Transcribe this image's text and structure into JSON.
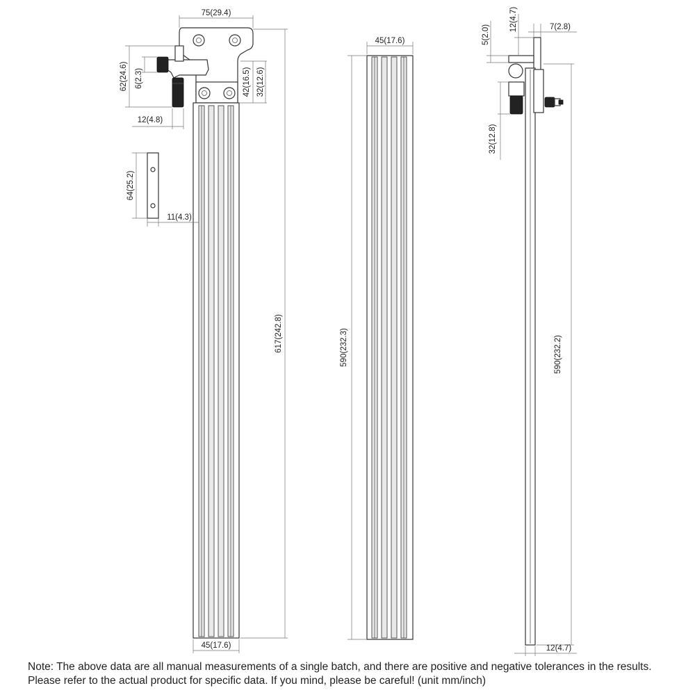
{
  "dims": {
    "top_width": "75(29.4)",
    "clamp_height": "62(24.6)",
    "knob_offset": "6(2.3)",
    "knob_width": "12(4.8)",
    "bracket_42": "42(16.5)",
    "bracket_32": "32(12.6)",
    "total_length": "617(242.8)",
    "bottom_width_left": "45(17.6)",
    "nut_height": "64(25.2)",
    "nut_width": "11(4.3)",
    "front_width": "45(17.6)",
    "front_length": "590(232.3)",
    "side_5": "5(2.0)",
    "side_12_top": "12(4.7)",
    "side_7": "7(2.8)",
    "side_32": "32(12.8)",
    "side_length": "590(232.2)",
    "side_bottom": "12(4.7)"
  },
  "note": "Note: The above data are all manual measurements of a single batch, and there are positive and negative tolerances in the results. Please refer to the actual product for specific data. If you mind, please be careful! (unit mm/inch)"
}
